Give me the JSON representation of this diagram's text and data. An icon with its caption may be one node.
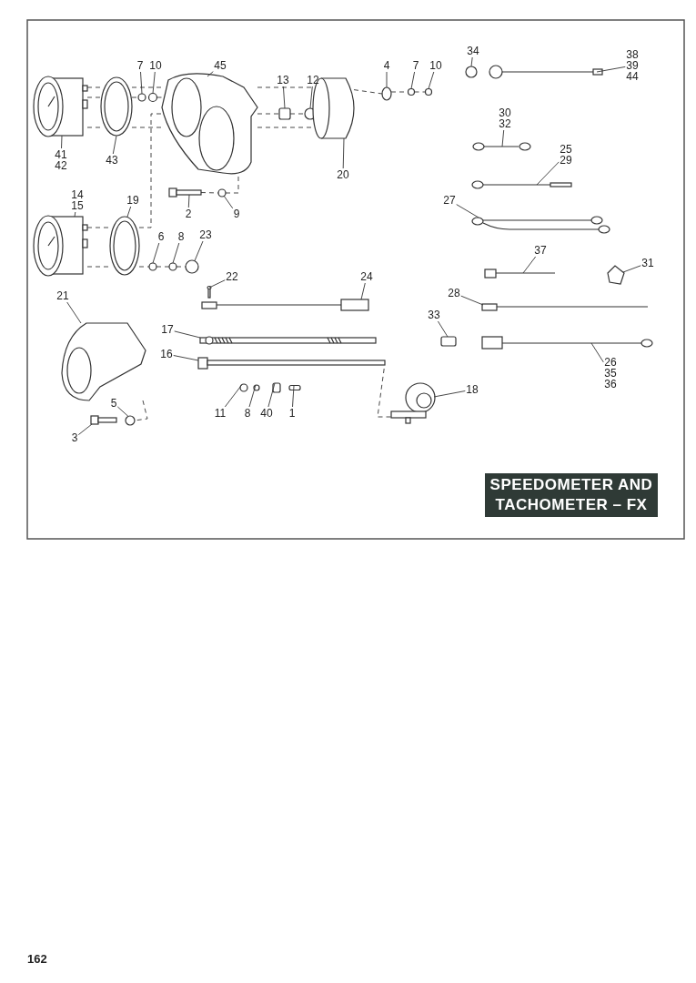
{
  "diagram": {
    "title": "SPEEDOMETER AND TACHOMETER – FX",
    "nodes": [
      {
        "text": [
          "7"
        ]
      },
      {
        "text": [
          "10"
        ]
      },
      {
        "text": [
          "45"
        ]
      },
      {
        "text": [
          "13"
        ]
      },
      {
        "text": [
          "12"
        ]
      },
      {
        "text": [
          "4"
        ]
      },
      {
        "text": [
          "7"
        ]
      },
      {
        "text": [
          "10"
        ]
      },
      {
        "text": [
          "34"
        ]
      },
      {
        "text": [
          "38 39 44"
        ]
      },
      {
        "text": [
          "41 42"
        ]
      },
      {
        "text": [
          "43"
        ]
      },
      {
        "text": [
          "20"
        ]
      },
      {
        "text": [
          "30 32"
        ]
      },
      {
        "text": [
          "25 29"
        ]
      },
      {
        "text": [
          "14 15"
        ]
      },
      {
        "text": [
          "19"
        ]
      },
      {
        "text": [
          "27"
        ]
      },
      {
        "text": [
          "2"
        ]
      },
      {
        "text": [
          "9"
        ]
      },
      {
        "text": [
          "6"
        ]
      },
      {
        "text": [
          "8"
        ]
      },
      {
        "text": [
          "23"
        ]
      },
      {
        "text": [
          "37"
        ]
      },
      {
        "text": [
          "31"
        ]
      },
      {
        "text": [
          "22"
        ]
      },
      {
        "text": [
          "24"
        ]
      },
      {
        "text": [
          "21"
        ]
      },
      {
        "text": [
          "28"
        ]
      },
      {
        "text": [
          "33"
        ]
      },
      {
        "text": [
          "17"
        ]
      },
      {
        "text": [
          "16"
        ]
      },
      {
        "text": [
          "18"
        ]
      },
      {
        "text": [
          "26 35 36"
        ]
      },
      {
        "text": [
          "5"
        ]
      },
      {
        "text": [
          "3"
        ]
      },
      {
        "text": [
          "11"
        ]
      },
      {
        "text": [
          "8"
        ]
      },
      {
        "text": [
          "40"
        ]
      },
      {
        "text": [
          "1"
        ]
      },
      {
        "text": [],
        "shape": "circle"
      },
      {
        "text": [],
        "shape": "circle"
      },
      {
        "text": [],
        "shape": "picture"
      },
      {
        "text": [],
        "shape": "box"
      },
      {
        "text": [],
        "shape": "circle"
      },
      {
        "text": [],
        "shape": "circle"
      },
      {
        "text": [],
        "shape": "circle"
      },
      {
        "text": [],
        "shape": "circle"
      },
      {
        "text": [],
        "shape": "circle"
      },
      {
        "text": [],
        "shape": "picture"
      },
      {
        "text": [],
        "shape": "picture"
      },
      {
        "text": [],
        "shape": "picture"
      },
      {
        "text": [],
        "shape": "cylinder"
      },
      {
        "text": [],
        "shape": "picture"
      },
      {
        "text": [],
        "shape": "picture"
      },
      {
        "text": [],
        "shape": "picture"
      },
      {
        "text": [],
        "shape": "picture"
      },
      {
        "text": [],
        "shape": "picture"
      },
      {
        "text": [],
        "shape": "picture"
      },
      {
        "text": [],
        "shape": "circle"
      },
      {
        "text": [],
        "shape": "circle"
      },
      {
        "text": [],
        "shape": "circle"
      },
      {
        "text": [],
        "shape": "circle"
      },
      {
        "text": [],
        "shape": "picture"
      },
      {
        "text": [],
        "shape": "picture"
      },
      {
        "text": [],
        "shape": "picture"
      },
      {
        "text": [],
        "shape": "picture"
      },
      {
        "text": [],
        "shape": "picture"
      },
      {
        "text": [],
        "shape": "picture"
      },
      {
        "text": [],
        "shape": "box"
      },
      {
        "text": [],
        "shape": "picture"
      },
      {
        "text": [],
        "shape": "picture"
      },
      {
        "text": [],
        "shape": "picture"
      },
      {
        "text": [],
        "shape": "picture"
      },
      {
        "text": [],
        "shape": "circle"
      },
      {
        "text": [],
        "shape": "picture"
      },
      {
        "text": [],
        "shape": "circle"
      },
      {
        "text": [],
        "shape": "circle"
      },
      {
        "text": [],
        "shape": "box"
      },
      {
        "text": [],
        "shape": "box"
      }
    ],
    "edges": [
      {
        "from": 0,
        "to": 40,
        "arrow": "none"
      },
      {
        "from": 1,
        "to": 41,
        "arrow": "none"
      },
      {
        "from": 2,
        "to": 42,
        "arrow": "none"
      },
      {
        "from": 3,
        "to": 43,
        "arrow": "none"
      },
      {
        "from": 4,
        "to": 44,
        "arrow": "none"
      },
      {
        "from": 5,
        "to": 45,
        "arrow": "none"
      },
      {
        "from": 6,
        "to": 46,
        "arrow": "none"
      },
      {
        "from": 7,
        "to": 47,
        "arrow": "none"
      },
      {
        "from": 8,
        "to": 48,
        "arrow": "none"
      },
      {
        "from": 9,
        "to": 49,
        "arrow": "none"
      },
      {
        "from": 10,
        "to": 50,
        "arrow": "none"
      },
      {
        "from": 11,
        "to": 51,
        "arrow": "none"
      },
      {
        "from": 12,
        "to": 52,
        "arrow": "none"
      },
      {
        "from": 13,
        "to": 53,
        "arrow": "none"
      },
      {
        "from": 14,
        "to": 54,
        "arrow": "none"
      },
      {
        "from": 15,
        "to": 55,
        "arrow": "none"
      },
      {
        "from": 16,
        "to": 56,
        "arrow": "none"
      },
      {
        "from": 17,
        "to": 57,
        "arrow": "none"
      },
      {
        "from": 18,
        "to": 58,
        "arrow": "none"
      },
      {
        "from": 19,
        "to": 59,
        "arrow": "none"
      },
      {
        "from": 20,
        "to": 60,
        "arrow": "none"
      },
      {
        "from": 21,
        "to": 61,
        "arrow": "none"
      },
      {
        "from": 22,
        "to": 62,
        "arrow": "none"
      },
      {
        "from": 23,
        "to": 63,
        "arrow": "none"
      },
      {
        "from": 24,
        "to": 64,
        "arrow": "none"
      },
      {
        "from": 25,
        "to": 65,
        "arrow": "none"
      },
      {
        "from": 26,
        "to": 66,
        "arrow": "none"
      },
      {
        "from": 27,
        "to": 67,
        "arrow": "none"
      },
      {
        "from": 28,
        "to": 68,
        "arrow": "none"
      },
      {
        "from": 29,
        "to": 69,
        "arrow": "none"
      },
      {
        "from": 30,
        "to": 70,
        "arrow": "none"
      },
      {
        "from": 31,
        "to": 71,
        "arrow": "none"
      },
      {
        "from": 32,
        "to": 72,
        "arrow": "none"
      },
      {
        "from": 33,
        "to": 73,
        "arrow": "none"
      },
      {
        "from": 34,
        "to": 74,
        "arrow": "none"
      },
      {
        "from": 35,
        "to": 75,
        "arrow": "none"
      },
      {
        "from": 36,
        "to": 76,
        "arrow": "none"
      },
      {
        "from": 37,
        "to": 77,
        "arrow": "none"
      },
      {
        "from": 38,
        "to": 78,
        "arrow": "none"
      },
      {
        "from": 39,
        "to": 79,
        "arrow": "none"
      },
      {
        "from": 50,
        "to": 51,
        "arrow": "none",
        "style": "dashed"
      },
      {
        "from": 41,
        "to": 42,
        "arrow": "none",
        "style": "dashed"
      },
      {
        "from": 50,
        "to": 51,
        "arrow": "none",
        "style": "dashed"
      },
      {
        "from": 42,
        "to": 52,
        "arrow": "none",
        "style": "dashed"
      },
      {
        "from": 52,
        "to": 45,
        "arrow": "none",
        "style": "dashed"
      },
      {
        "from": 45,
        "to": 46,
        "arrow": "none",
        "style": "dashed"
      },
      {
        "from": 46,
        "to": 47,
        "arrow": "none",
        "style": "dashed"
      },
      {
        "from": 50,
        "to": 51,
        "arrow": "none",
        "style": "dashed"
      },
      {
        "from": 42,
        "to": 52,
        "arrow": "none",
        "style": "dashed"
      },
      {
        "from": 42,
        "to": 43,
        "arrow": "none",
        "style": "dashed"
      },
      {
        "from": 43,
        "to": 44,
        "arrow": "none",
        "style": "dashed"
      },
      {
        "from": 56,
        "to": 42,
        "arrow": "none",
        "style": "dashed"
      },
      {
        "from": 55,
        "to": 56,
        "arrow": "none",
        "style": "dashed"
      },
      {
        "from": 60,
        "to": 61,
        "arrow": "none",
        "style": "dashed"
      },
      {
        "from": 61,
        "to": 62,
        "arrow": "none",
        "style": "dashed"
      },
      {
        "from": 58,
        "to": 59,
        "arrow": "none",
        "style": "dashed"
      },
      {
        "from": 59,
        "to": 42,
        "arrow": "none",
        "style": "dashed"
      },
      {
        "from": 67,
        "to": 74,
        "arrow": "none",
        "style": "dashed"
      },
      {
        "from": 71,
        "to": 72,
        "arrow": "none",
        "style": "dashed"
      },
      {
        "from": 51,
        "to": 40,
        "arrow": "none",
        "style": "dashed"
      },
      {
        "from": 51,
        "to": 42,
        "arrow": "none",
        "style": "dashed"
      },
      {
        "from": 51,
        "to": 42,
        "arrow": "none",
        "style": "dashed"
      },
      {
        "from": 55,
        "to": 56,
        "arrow": "none",
        "style": "dashed"
      },
      {
        "from": 56,
        "to": 60,
        "arrow": "none",
        "style": "dashed"
      }
    ],
    "labels": [
      "162"
    ]
  }
}
